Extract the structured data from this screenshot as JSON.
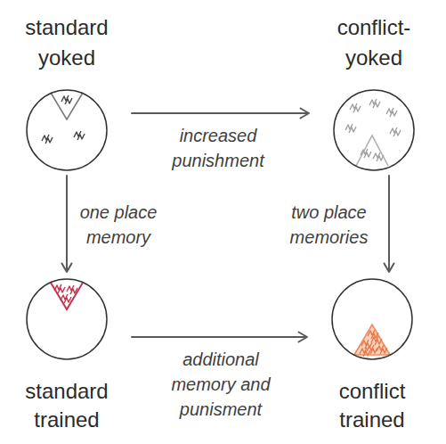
{
  "diagram": {
    "nodes": [
      {
        "text": [
          "standard yoked"
        ]
      },
      {
        "text": [
          "conflict- yoked"
        ]
      },
      {
        "text": [
          "standard trained"
        ]
      },
      {
        "text": [
          "conflict trained"
        ]
      }
    ],
    "edges": [
      {
        "from": 0,
        "to": 1,
        "arrow": "to",
        "label": "increased punishment"
      },
      {
        "from": 0,
        "to": 2,
        "arrow": "to",
        "label": "one place memory"
      },
      {
        "from": 1,
        "to": 3,
        "arrow": "to",
        "label": "two place memories"
      },
      {
        "from": 2,
        "to": 3,
        "arrow": "to",
        "label": "additional memory and punisment"
      }
    ]
  }
}
